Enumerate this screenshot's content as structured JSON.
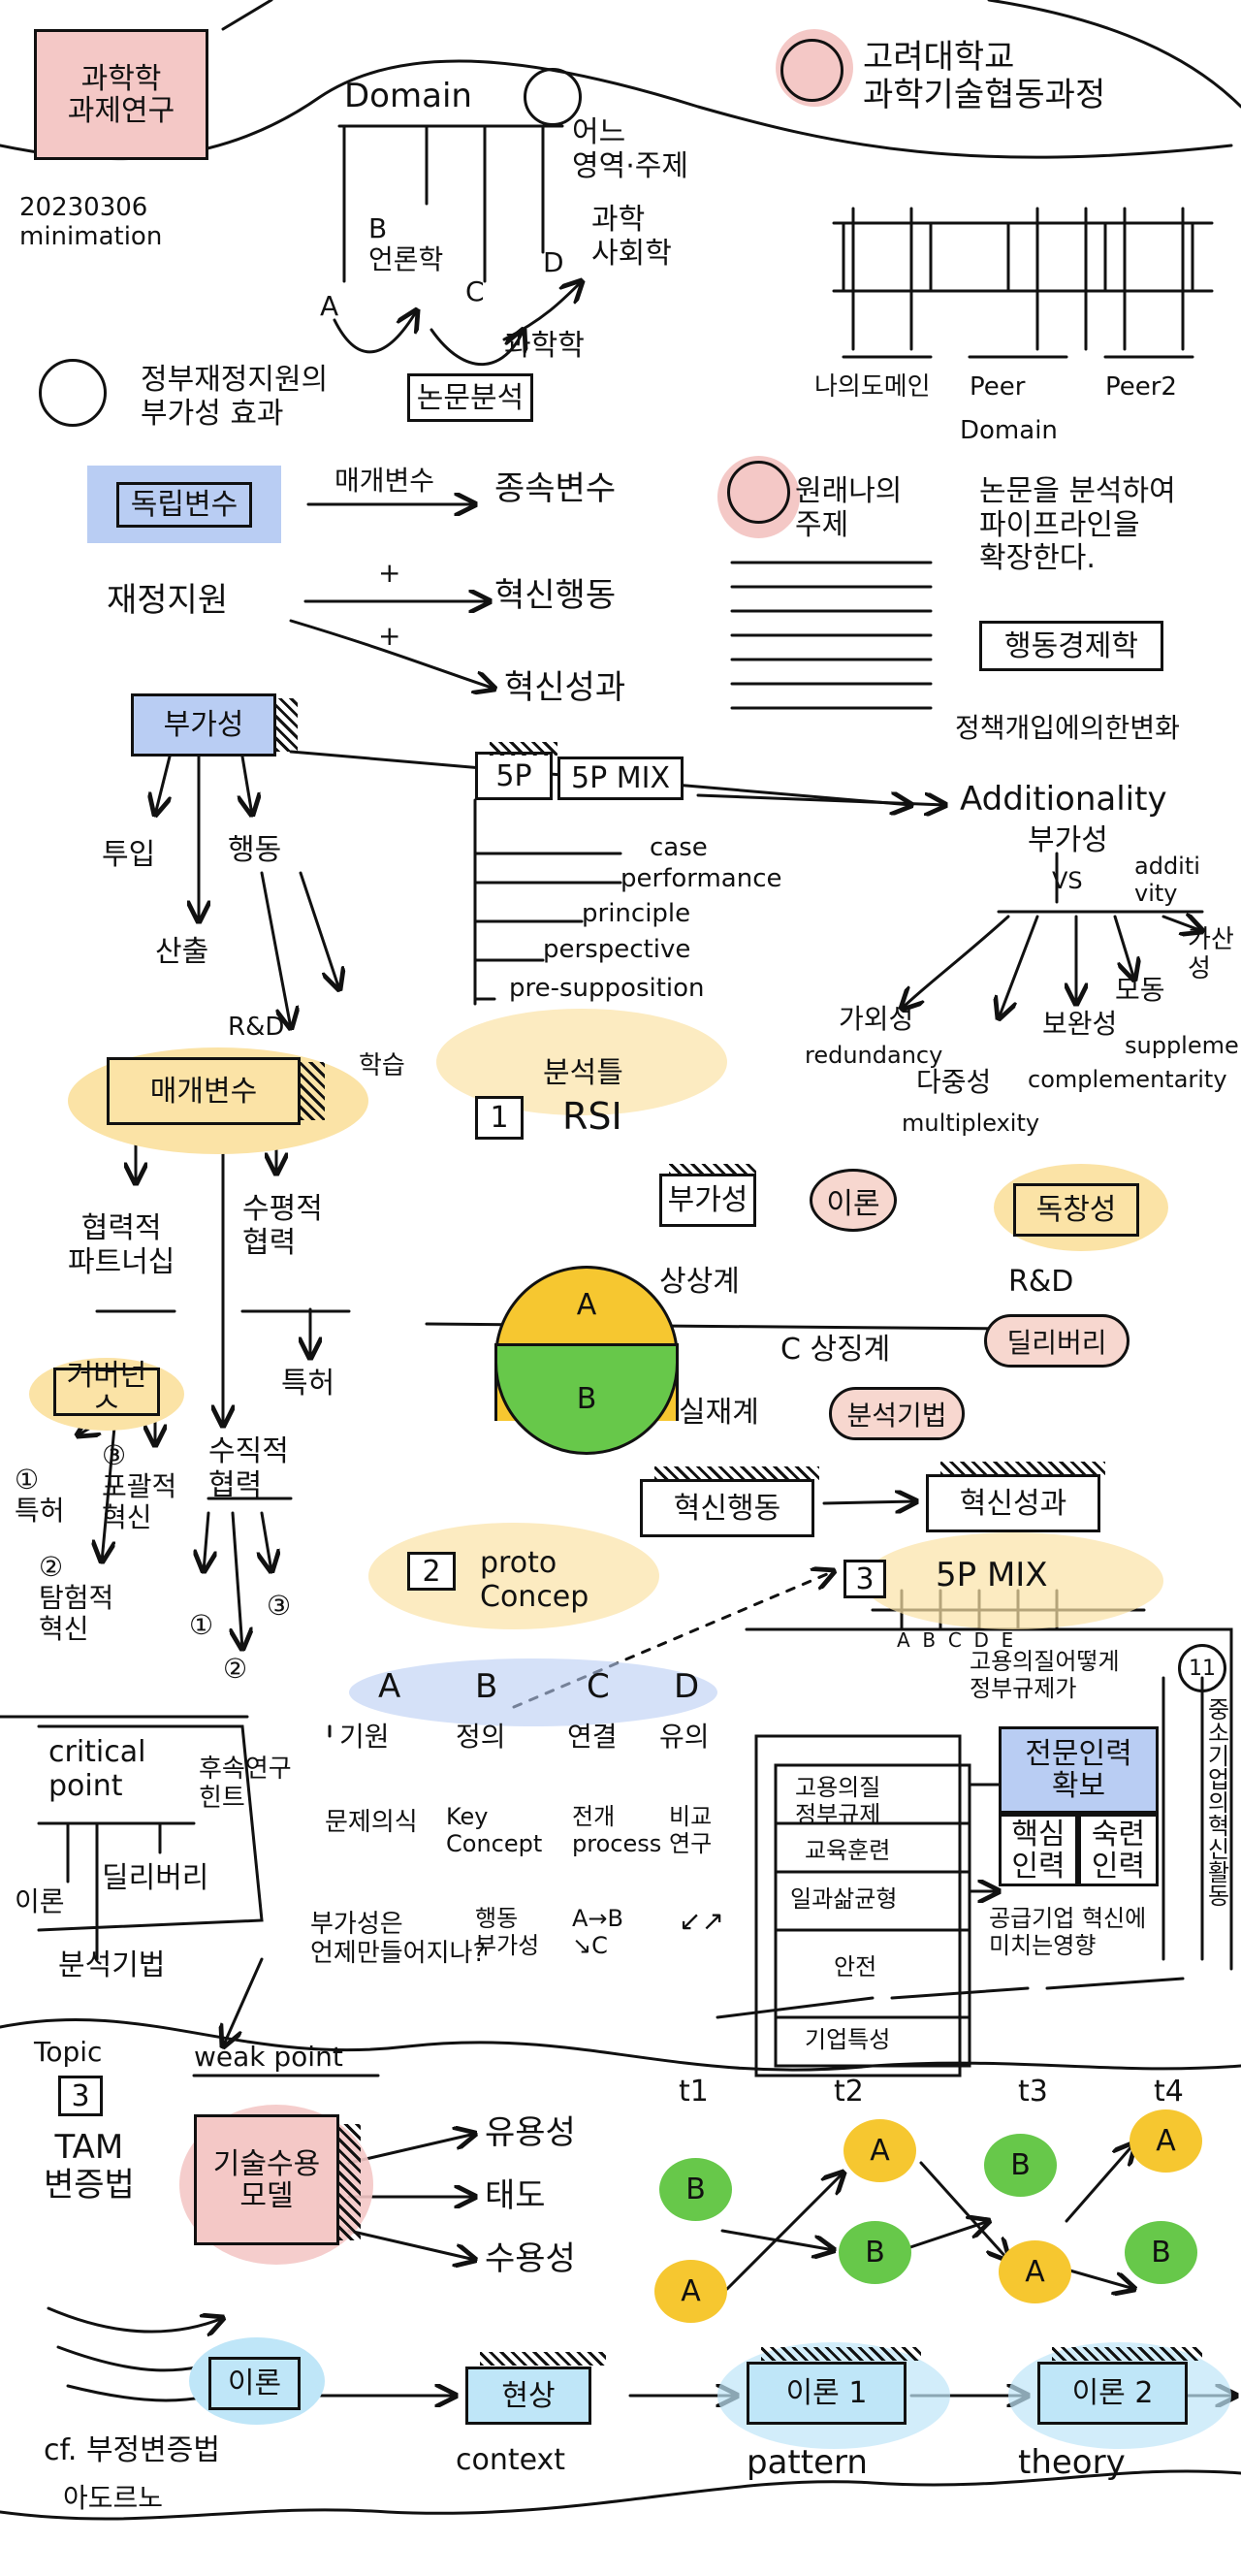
{
  "colors": {
    "pink": "#f4c8c6",
    "blue": "#b9cdf3",
    "yellow": "#fbe3a6",
    "green": "#67c84a",
    "sun": "#f6c730",
    "sky": "#bfe6f8",
    "peach": "#f7d7cf"
  },
  "header": {
    "topic_box": "과학학\n과제연구",
    "date": "20230306\nminimation",
    "domain": "Domain",
    "domain_note": "어느\n영역·주제",
    "university": "고려대학교\n과학기술협동과정"
  },
  "domain_tree": {
    "a": "A",
    "b": "B\n언론학",
    "c": "C",
    "d": "D",
    "d_label": "과학\n사회학",
    "c_label": "과학학",
    "keyword": "논문분석"
  },
  "pipes": {
    "label1": "나의도메인",
    "label2": "Peer",
    "label3": "Peer2",
    "sub": "Domain"
  },
  "research": {
    "face_text": "정부재정지원의\n부가성 효과",
    "iv": "독립변수",
    "mediator_arrow": "매개변수",
    "dv": "종속변수",
    "support": "재정지원",
    "plus1": "+",
    "plus2": "+",
    "behavior": "혁신행동",
    "performance": "혁신성과"
  },
  "my_topic": {
    "label": "원래나의\n주제",
    "desc": "논문을 분석하여\n파이프라인을\n확장한다.",
    "box": "행동경제학",
    "note": "정책개입에의한변화"
  },
  "additionality": {
    "box": "부가성",
    "input": "투입",
    "behavior": "행동",
    "output": "산출",
    "rnd": "R&D",
    "learning": "학습",
    "mediator": "매개변수",
    "collab1": "협력적\n파트너십",
    "collab2": "수평적\n협력",
    "patent1": "특허",
    "governance": "거버넌스",
    "vertical": "수직적\n협력",
    "gov_1": "①\n특허",
    "gov_3": "③\n포괄적\n혁신",
    "gov_2": "②\n탐험적\n혁신",
    "v1": "①",
    "v2": "②",
    "v3": "③"
  },
  "fivep": {
    "box1": "5P",
    "box2": "5P MIX",
    "items": [
      "case",
      "performance",
      "principle",
      "perspective",
      "pre-supposition"
    ],
    "tool": "분석틀",
    "tool_num": "1",
    "tool_name": "RSI"
  },
  "add_tree": {
    "title": "Additionality",
    "sub": "부가성",
    "vs": "VS",
    "addi": "additi\nvity",
    "gasan": "가산\n성",
    "redund_k": "가외성",
    "redund": "redundancy",
    "multi_k": "다중성",
    "multi": "multiplexity",
    "comp_k": "보완성",
    "supple": "suppleme",
    "comp": "complementarity",
    "modong": "모동"
  },
  "venn": {
    "box1": "부가성",
    "theory": "이론",
    "imag": "상상계",
    "unique": "독창성",
    "rnd": "R&D",
    "a": "A",
    "b": "B",
    "c_text": "C 상징계",
    "delivery": "딜리버리",
    "real": "실재계",
    "method": "분석기법",
    "behavior": "혁신행동",
    "perf": "혁신성과"
  },
  "proto": {
    "num": "2",
    "title": "proto\nConcep",
    "chain": [
      "A",
      "B",
      "C",
      "D"
    ],
    "row1": [
      "기원",
      "정의",
      "연결",
      "유의"
    ],
    "row2": [
      "문제의식",
      "Key\nConcept",
      "전개\nprocess",
      "비교\n연구"
    ],
    "row3a": "부가성은\n언제만들어지나?",
    "row3b": "행동\n부가성",
    "row3c": "A→B\n↘C",
    "row3d": "↙↗"
  },
  "fivep_mix": {
    "num": "3",
    "title": "5P MIX",
    "letters": "A  B  C  D  E",
    "top": "고용의질어떻게\n정부규제가",
    "left": [
      "고용의질\n정부규제",
      "교육훈련",
      "일과삶균형",
      "안전",
      "기업특성"
    ],
    "blue": "전문인력\n확보",
    "b1": "핵심\n인력",
    "b2": "숙련\n인력",
    "bottom": "공급기업 혁신에\n미치는영향",
    "circle": "11",
    "vert": "중소기업의혁신활동"
  },
  "critical": {
    "title": "critical\npoint",
    "hint": "후속연구 힌트",
    "theory": "이론",
    "delivery": "딜리버리",
    "method": "분석기법"
  },
  "bottom": {
    "topic": "Topic",
    "num": "3",
    "tam": "TAM\n변증법",
    "weak": "weak point",
    "model": "기술수용\n모델",
    "useful": "유용성",
    "attitude": "태도",
    "usability": "수용성",
    "theory": "이론",
    "phen": "현상",
    "context": "context",
    "th1": "이론 1",
    "th2": "이론 2",
    "pattern": "pattern",
    "theoryw": "theory",
    "neg": "cf. 부정변증법",
    "adorno": "아도르노",
    "times": [
      "t1",
      "t2",
      "t3",
      "t4"
    ]
  }
}
